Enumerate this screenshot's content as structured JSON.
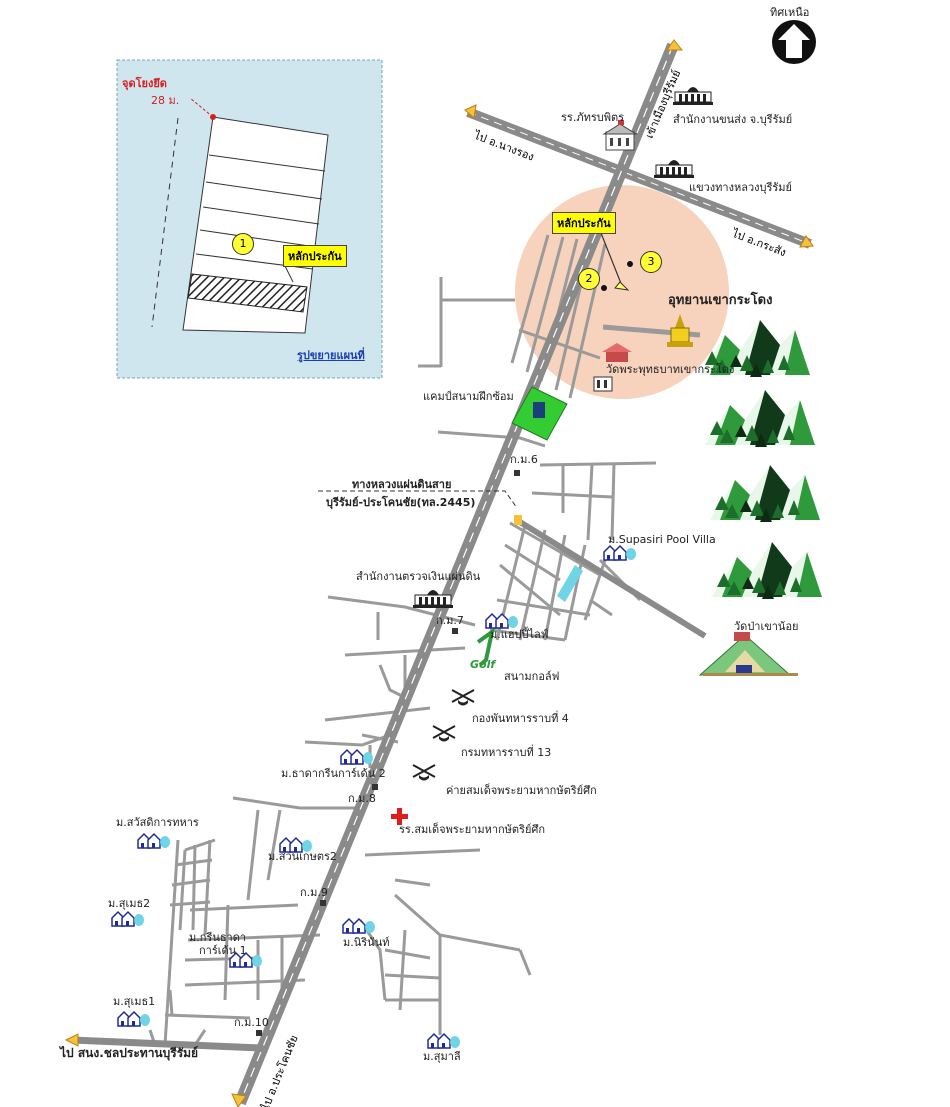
{
  "north": {
    "label": "ทิศเหนือ"
  },
  "inset": {
    "point_label": "จุดโยงยึด",
    "distance": "28 ม.",
    "parcel_number": "1",
    "collateral_tag": "หลักประกัน",
    "enlarge_link": "รูปขยายแผนที่"
  },
  "roads": {
    "to_buriram_city": "เข้าเมืองบุรีรัมย์",
    "to_nang_rong": "ไป อ.นางรอง",
    "to_krasang": "ไป อ.กระสัง",
    "to_prakhon_chai": "ไป อ.ประโคนชัย",
    "to_buriram_irrigation": "ไป สนง.ชลประทานบุรีรัมย์",
    "highway_line1": "ทางหลวงแผ่นดินสาย",
    "highway_line2": "บุรีรัมย์-ประโคนชัย(ทล.2445)"
  },
  "markers": {
    "collateral_tag": "หลักประกัน",
    "pin2": "2",
    "pin3": "3"
  },
  "places": {
    "school": "รร.ภัทรบพิตร",
    "transport_office": "สำนักงานขนส่ง จ.บุรีรัมย์",
    "highway_office": "แขวงทางหลวงบุรีรัมย์",
    "park": "อุทยานเขากระโดง",
    "temple_kradong": "วัดพระพุทธบาทเขากระโดง",
    "camp": "แคมป์สนามฝึกซ้อม",
    "km6": "ก.ม.6",
    "supasiri": "ม.Supasiri Pool Villa",
    "land_office": "สำนักงานตรวจเงินแผ่นดิน",
    "km7": "ก.ม.7",
    "happy_life": "ม.แฮปปี้ไลฟ์",
    "golf_course": "สนามกอล์ฟ",
    "golf_logo": "Golf",
    "wat_pa": "วัดป่าเขาน้อย",
    "regiment4": "กองพันทหารราบที่ 4",
    "regiment13": "กรมทหารราบที่ 13",
    "camp_taksin": "ค่ายสมเด็จพระยามหากษัตริย์ศึก",
    "thada_green2": "ม.ธาดากรีนการ์เด้น 2",
    "km8": "ก.ม.8",
    "hospital": "รร.สมเด็จพระยามหากษัตริย์ศึก",
    "welfare": "ม.สวัสดิการทหาร",
    "suan_kaset": "ม.สวนเกษตร2",
    "km9": "ก.ม.9",
    "sumet2": "ม.สุเมธ2",
    "green_thada1_line1": "ม.กรีนธาดา",
    "green_thada1_line2": "การ์เด้น 1",
    "ni_nan": "ม.นิรินันท์",
    "sumet1": "ม.สุเมธ1",
    "km10": "ก.ม.10",
    "sumali": "ม.สุมาลี"
  },
  "colors": {
    "inset_bg": "#cfe6ef",
    "zone": "#f7d3bd",
    "road_main": "#8a8a8a",
    "road_small": "#9a9a9a",
    "camp_green": "#33cc33",
    "pin_yellow": "#ffff33",
    "tag_yellow": "#ffff00",
    "mountain_green": "#2e9a3c"
  }
}
